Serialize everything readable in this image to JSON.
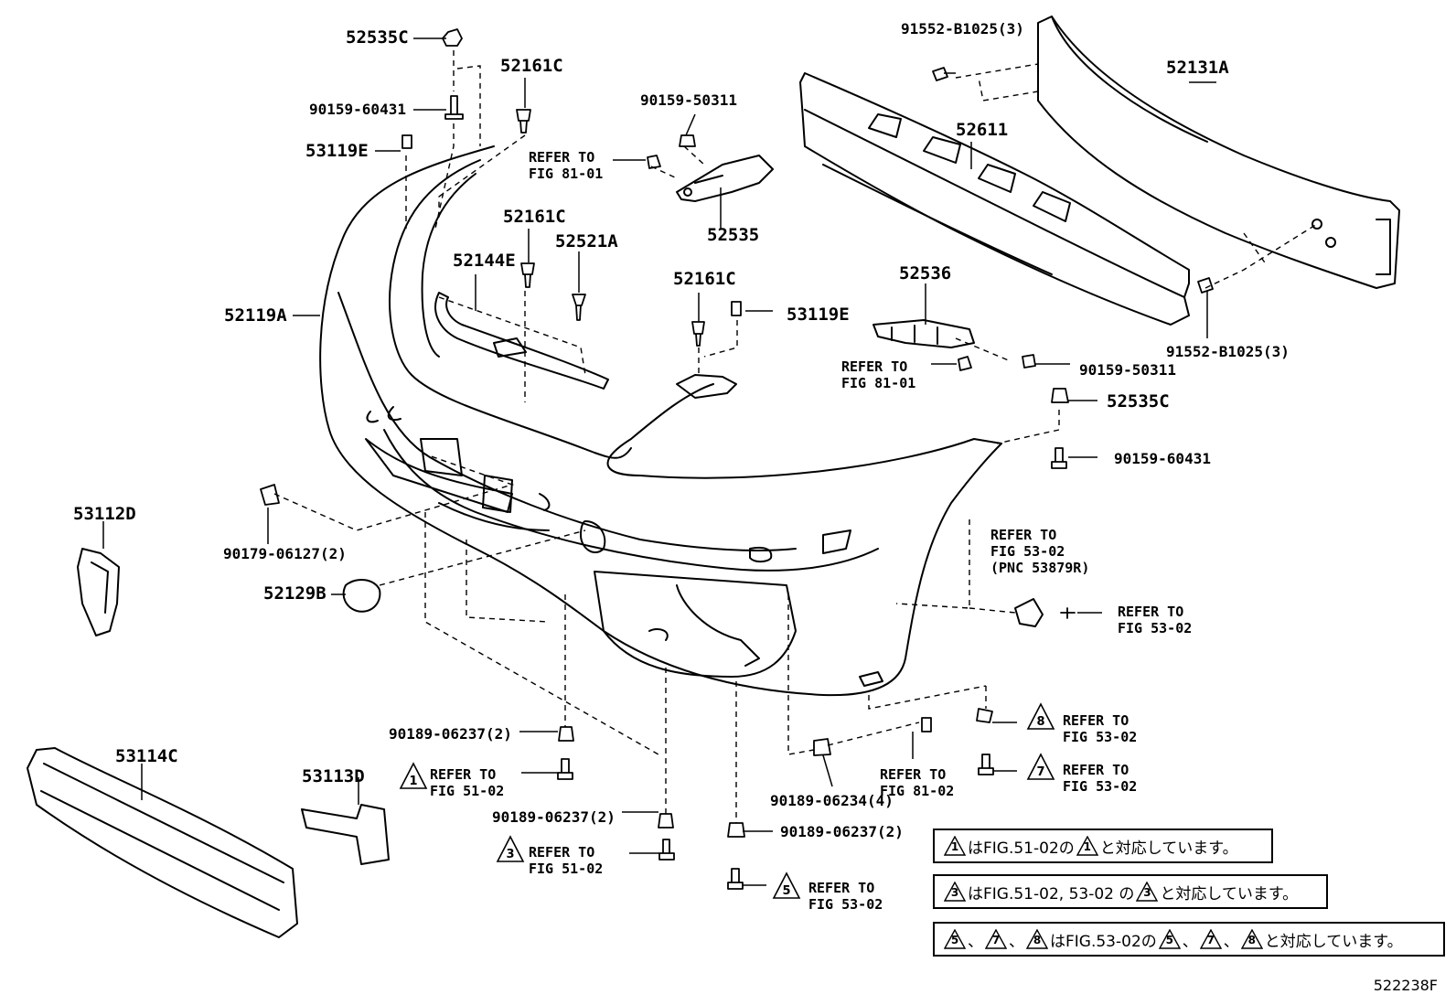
{
  "labels": {
    "l_52535c_top": "52535C",
    "l_52161c_top": "52161C",
    "l_90159_60431_top": "90159-60431",
    "l_53119e_left": "53119E",
    "l_refer_8101_a": "REFER TO\nFIG 81-01",
    "l_90159_50311_top": "90159-50311",
    "l_52535": "52535",
    "l_52161c_mid": "52161C",
    "l_52521a": "52521A",
    "l_52144e": "52144E",
    "l_52119a": "52119A",
    "l_52161c_right": "52161C",
    "l_53119e_right": "53119E",
    "l_91552_top": "91552-B1025(3)",
    "l_52131a": "52131A",
    "l_52611": "52611",
    "l_52536": "52536",
    "l_refer_8101_b": "REFER TO\nFIG 81-01",
    "l_90159_50311_right": "90159-50311",
    "l_91552_right": "91552-B1025(3)",
    "l_52535c_right": "52535C",
    "l_90159_60431_right": "90159-60431",
    "l_53112d": "53112D",
    "l_90179": "90179-06127(2)",
    "l_52129b": "52129B",
    "l_refer_5302_pnc": "REFER TO\nFIG 53-02\n(PNC 53879R)",
    "l_refer_5302_a": "REFER TO\nFIG 53-02",
    "l_90189_06237_a": "90189-06237(2)",
    "l_refer_5102_1": "REFER TO\nFIG 51-02",
    "l_53114c": "53114C",
    "l_53113d": "53113D",
    "l_90189_06237_b": "90189-06237(2)",
    "l_refer_5102_3": "REFER TO\nFIG 51-02",
    "l_90189_06237_c": "90189-06237(2)",
    "l_refer_5302_5": "REFER TO\nFIG 53-02",
    "l_refer_8102": "REFER TO\nFIG 81-02",
    "l_90189_06234": "90189-06234(4)",
    "l_refer_5302_8": "REFER TO\nFIG 53-02",
    "l_refer_5302_7": "REFER TO\nFIG 53-02"
  },
  "markers": {
    "m1": "1",
    "m3": "3",
    "m5": "5",
    "m7": "7",
    "m8": "8"
  },
  "notes": {
    "n1_a": "はFIG.51-02の",
    "n1_b": "と対応しています。",
    "n1_t1": "1",
    "n1_t2": "1",
    "n2_a": "はFIG.51-02, 53-02 の",
    "n2_b": "と対応しています。",
    "n2_t1": "3",
    "n2_t2": "3",
    "n3_sep1": "、",
    "n3_sep2": "、",
    "n3_a": "はFIG.53-02の",
    "n3_sep3": "、",
    "n3_sep4": "、",
    "n3_b": "と対応しています。",
    "n3_t1": "5",
    "n3_t2": "7",
    "n3_t3": "8",
    "n3_t4": "5",
    "n3_t5": "7",
    "n3_t6": "8"
  },
  "diagram_code": "522238F"
}
